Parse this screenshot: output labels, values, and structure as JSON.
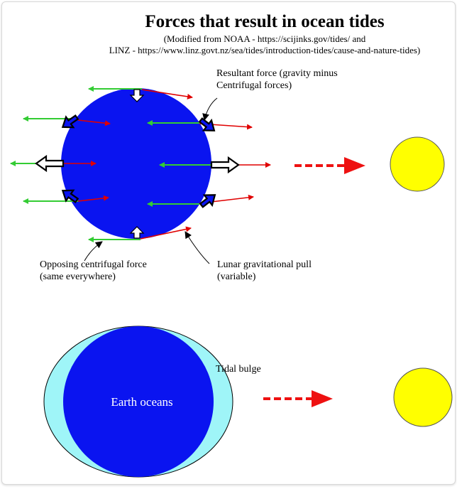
{
  "title": "Forces that result in ocean tides",
  "credit_line_1": "(Modified from NOAA - https://scijinks.gov/tides/ and",
  "credit_line_2": "LINZ - https://www.linz.govt.nz/sea/tides/introduction-tides/cause-and-nature-tides)",
  "labels": {
    "resultant_line_1": "Resultant force (gravity minus",
    "resultant_line_2": "Centrifugal forces)",
    "centrifugal_line_1": "Opposing centrifugal force",
    "centrifugal_line_2": "(same everywhere)",
    "lunar_line_1": "Lunar gravitational pull",
    "lunar_line_2": "(variable)",
    "tidal_bulge": "Tidal bulge",
    "earth_oceans": "Earth oceans"
  },
  "colors": {
    "earth": "#0a14f0",
    "ocean_bulge": "#9ff5f8",
    "moon": "#ffff00",
    "moon_outline": "#555555",
    "gravity_arrow": "#e00000",
    "centrifugal_arrow": "#33cc33",
    "resultant_arrow": "#000000",
    "direction_arrow": "#ee1111"
  },
  "icons": {
    "resultant": "hollow-arrow-icon",
    "direction": "dashed-arrow-icon"
  }
}
